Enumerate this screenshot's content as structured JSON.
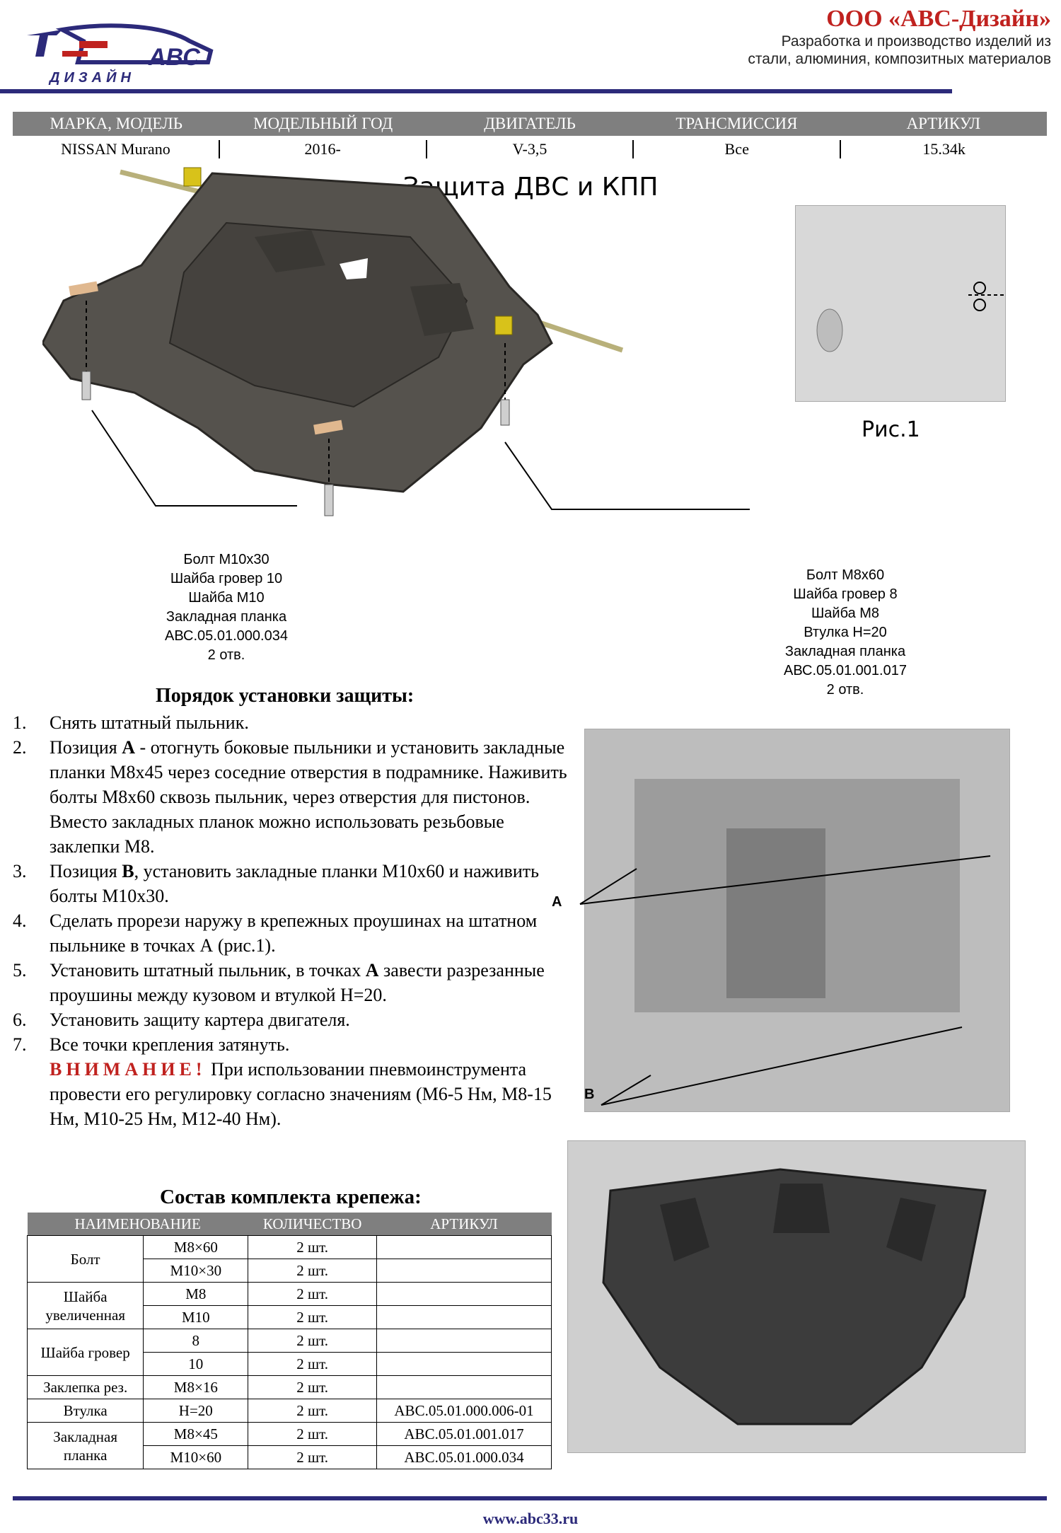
{
  "header": {
    "logo_text_top": "АВС",
    "logo_text_bottom": "ДИЗАЙН",
    "company_name": "ООО «АВС-Дизайн»",
    "company_sub_1": "Разработка и производство изделий из",
    "company_sub_2": "стали, алюминия, композитных материалов"
  },
  "spec": {
    "headers": [
      "МАРКА, МОДЕЛЬ",
      "МОДЕЛЬНЫЙ ГОД",
      "ДВИГАТЕЛЬ",
      "ТРАНСМИССИЯ",
      "АРТИКУЛ"
    ],
    "values": [
      "NISSAN Murano",
      "2016-",
      "V-3,5",
      "Все",
      "15.34k"
    ]
  },
  "title": "Защита ДВС и КПП",
  "figure_label": "Рис.1",
  "callout_left": [
    "Болт М10х30",
    "Шайба гровер 10",
    "Шайба М10",
    "Закладная  планка",
    "АВС.05.01.000.034",
    "2 отв."
  ],
  "callout_right": [
    "Болт М8х60",
    "Шайба гровер 8",
    "Шайба М8",
    "Втулка Н=20",
    "Закладная  планка",
    "АВС.05.01.001.017",
    "2 отв."
  ],
  "photo_labels": {
    "a": "А",
    "b": "В"
  },
  "steps_title": "Порядок установки защиты:",
  "steps": [
    {
      "num": "1.",
      "text": "Снять штатный пыльник."
    },
    {
      "num": "2.",
      "pre": "Позиция ",
      "bold": "А",
      "text": " - отогнуть боковые пыльники и установить закладные планки М8х45 через соседние отверстия в подрамнике. Наживить болты М8х60 сквозь пыльник, через отверстия для пистонов. Вместо закладных планок можно использовать резьбовые заклепки М8."
    },
    {
      "num": "3.",
      "pre": "Позиция ",
      "bold": "В",
      "text": ", установить закладные планки М10х60 и наживить болты М10х30."
    },
    {
      "num": "4.",
      "text": "Сделать прорези наружу в крепежных проушинах на штатном пыльнике в точках А (рис.1)."
    },
    {
      "num": "5.",
      "pre": "Установить штатный пыльник, в точках ",
      "bold": "А",
      "text": " завести разрезанные проушины между кузовом и втулкой Н=20."
    },
    {
      "num": "6.",
      "text": "Установить защиту картера двигателя."
    },
    {
      "num": "7.",
      "text": "Все точки крепления затянуть."
    }
  ],
  "warning": {
    "label": "ВНИМАНИЕ!",
    "text": " При использовании пневмоинструмента провести его регулировку согласно значениям (М6-5 Нм, М8-15 Нм, М10-25 Нм, М12-40 Нм)."
  },
  "kit_title": "Состав комплекта крепежа:",
  "kit": {
    "headers": [
      "НАИМЕНОВАНИЕ",
      "КОЛИЧЕСТВО",
      "АРТИКУЛ"
    ],
    "groups": [
      {
        "name": "Болт",
        "rows": [
          [
            "М8×60",
            "2 шт.",
            ""
          ],
          [
            "М10×30",
            "2 шт.",
            ""
          ]
        ]
      },
      {
        "name": "Шайба увеличенная",
        "rows": [
          [
            "М8",
            "2 шт.",
            ""
          ],
          [
            "М10",
            "2 шт.",
            ""
          ]
        ]
      },
      {
        "name": "Шайба гровер",
        "rows": [
          [
            "8",
            "2 шт.",
            ""
          ],
          [
            "10",
            "2 шт.",
            ""
          ]
        ]
      },
      {
        "name": "Заклепка рез.",
        "rows": [
          [
            "М8×16",
            "2 шт.",
            ""
          ]
        ]
      },
      {
        "name": "Втулка",
        "rows": [
          [
            "Н=20",
            "2 шт.",
            "АВС.05.01.000.006-01"
          ]
        ]
      },
      {
        "name": "Закладная планка",
        "rows": [
          [
            "М8×45",
            "2 шт.",
            "АВС.05.01.001.017"
          ],
          [
            "М10×60",
            "2 шт.",
            "АВС.05.01.000.034"
          ]
        ]
      }
    ]
  },
  "footer": {
    "site": "www.abc33.ru"
  }
}
